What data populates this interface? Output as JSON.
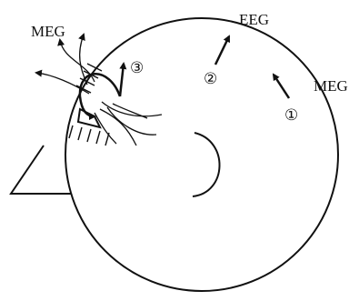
{
  "labels": {
    "meg_left": "MEG",
    "eeg": "EEG",
    "meg_right": "MEG"
  },
  "markers": {
    "m1": "①",
    "m2": "②",
    "m3": "③"
  },
  "colors": {
    "stroke": "#111111",
    "background": "#ffffff"
  }
}
